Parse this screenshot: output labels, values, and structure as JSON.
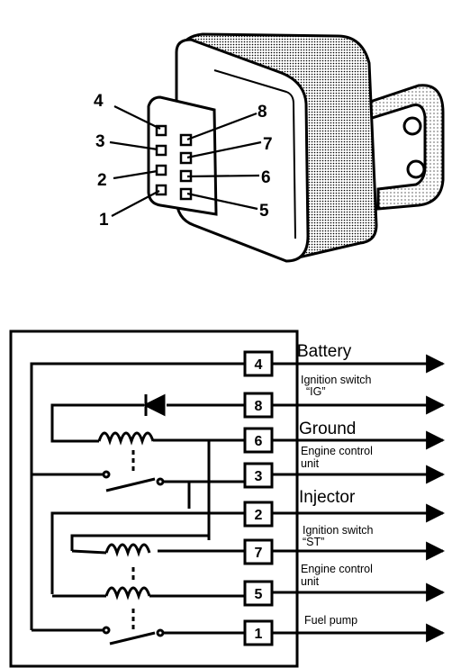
{
  "relay_photo": {
    "left_leads": [
      "4",
      "3",
      "2",
      "1"
    ],
    "right_leads": [
      "8",
      "7",
      "6",
      "5"
    ]
  },
  "schematic": {
    "terminals": [
      "4",
      "8",
      "6",
      "3",
      "2",
      "7",
      "5",
      "1"
    ],
    "labels": {
      "battery": "Battery",
      "ig_line1": "Ignition switch",
      "ig_line2": "“IG”",
      "ground": "Ground",
      "ecu1_line1": "Engine control",
      "ecu1_line2": "unit",
      "injector": "Injector",
      "st_line1": "Ignition switch",
      "st_line2": "“ST”",
      "ecu2_line1": "Engine control",
      "ecu2_line2": "unit",
      "fuel_pump": "Fuel pump"
    }
  }
}
